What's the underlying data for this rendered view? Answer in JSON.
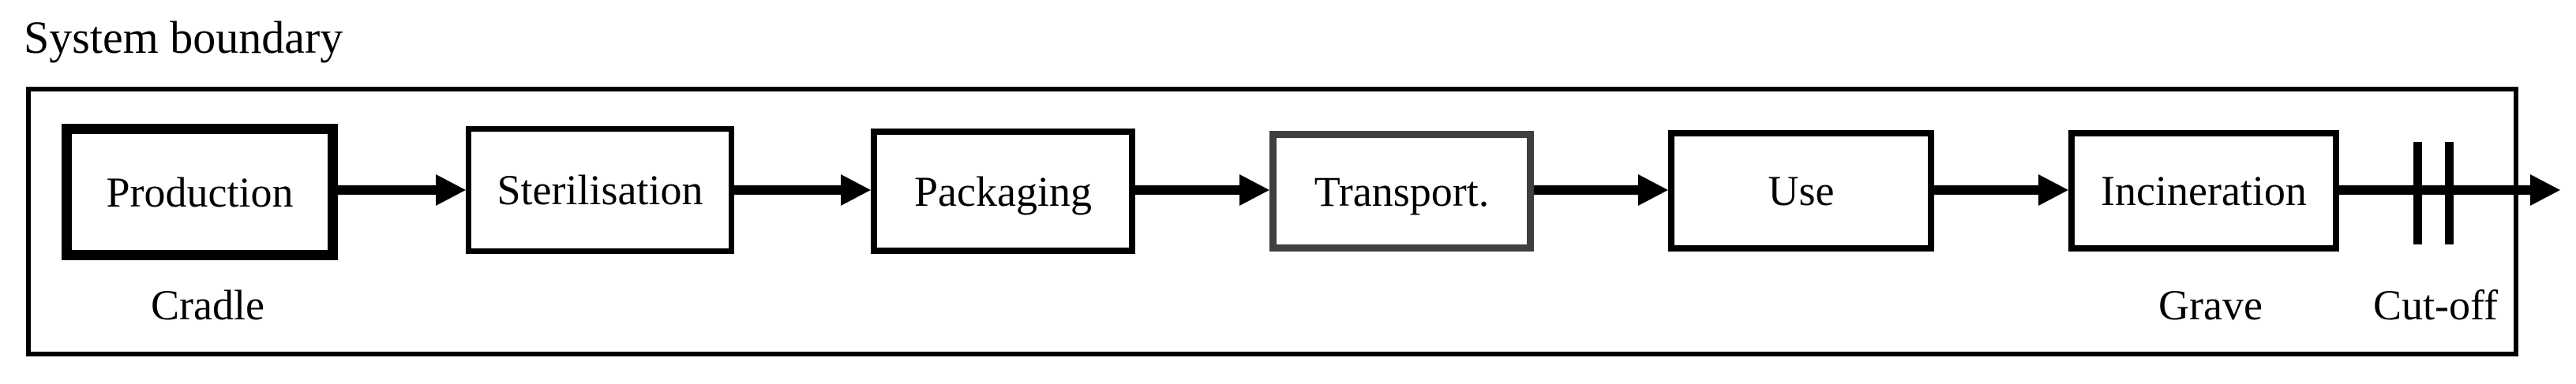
{
  "title": "System boundary",
  "diagram": {
    "nodes": [
      {
        "id": "production",
        "label": "Production",
        "emphasis": "thick-black-border"
      },
      {
        "id": "sterilisation",
        "label": "Sterilisation",
        "emphasis": "normal"
      },
      {
        "id": "packaging",
        "label": "Packaging",
        "emphasis": "normal"
      },
      {
        "id": "transport",
        "label": "Transport.",
        "emphasis": "gray-border"
      },
      {
        "id": "use",
        "label": "Use",
        "emphasis": "normal"
      },
      {
        "id": "incineration",
        "label": "Incineration",
        "emphasis": "normal"
      }
    ],
    "flow_order": [
      "Production",
      "Sterilisation",
      "Packaging",
      "Transport.",
      "Use",
      "Incineration"
    ],
    "annotations": {
      "cradle": "Cradle",
      "grave": "Grave",
      "cutoff": "Cut-off"
    },
    "markers": {
      "cutoff_marks": "double-vertical-bars-on-exit-arrow",
      "exit_arrow_crosses_boundary": true
    },
    "colors": {
      "ink": "#000000",
      "transport_border": "#3f3f3f",
      "background": "#ffffff"
    }
  }
}
